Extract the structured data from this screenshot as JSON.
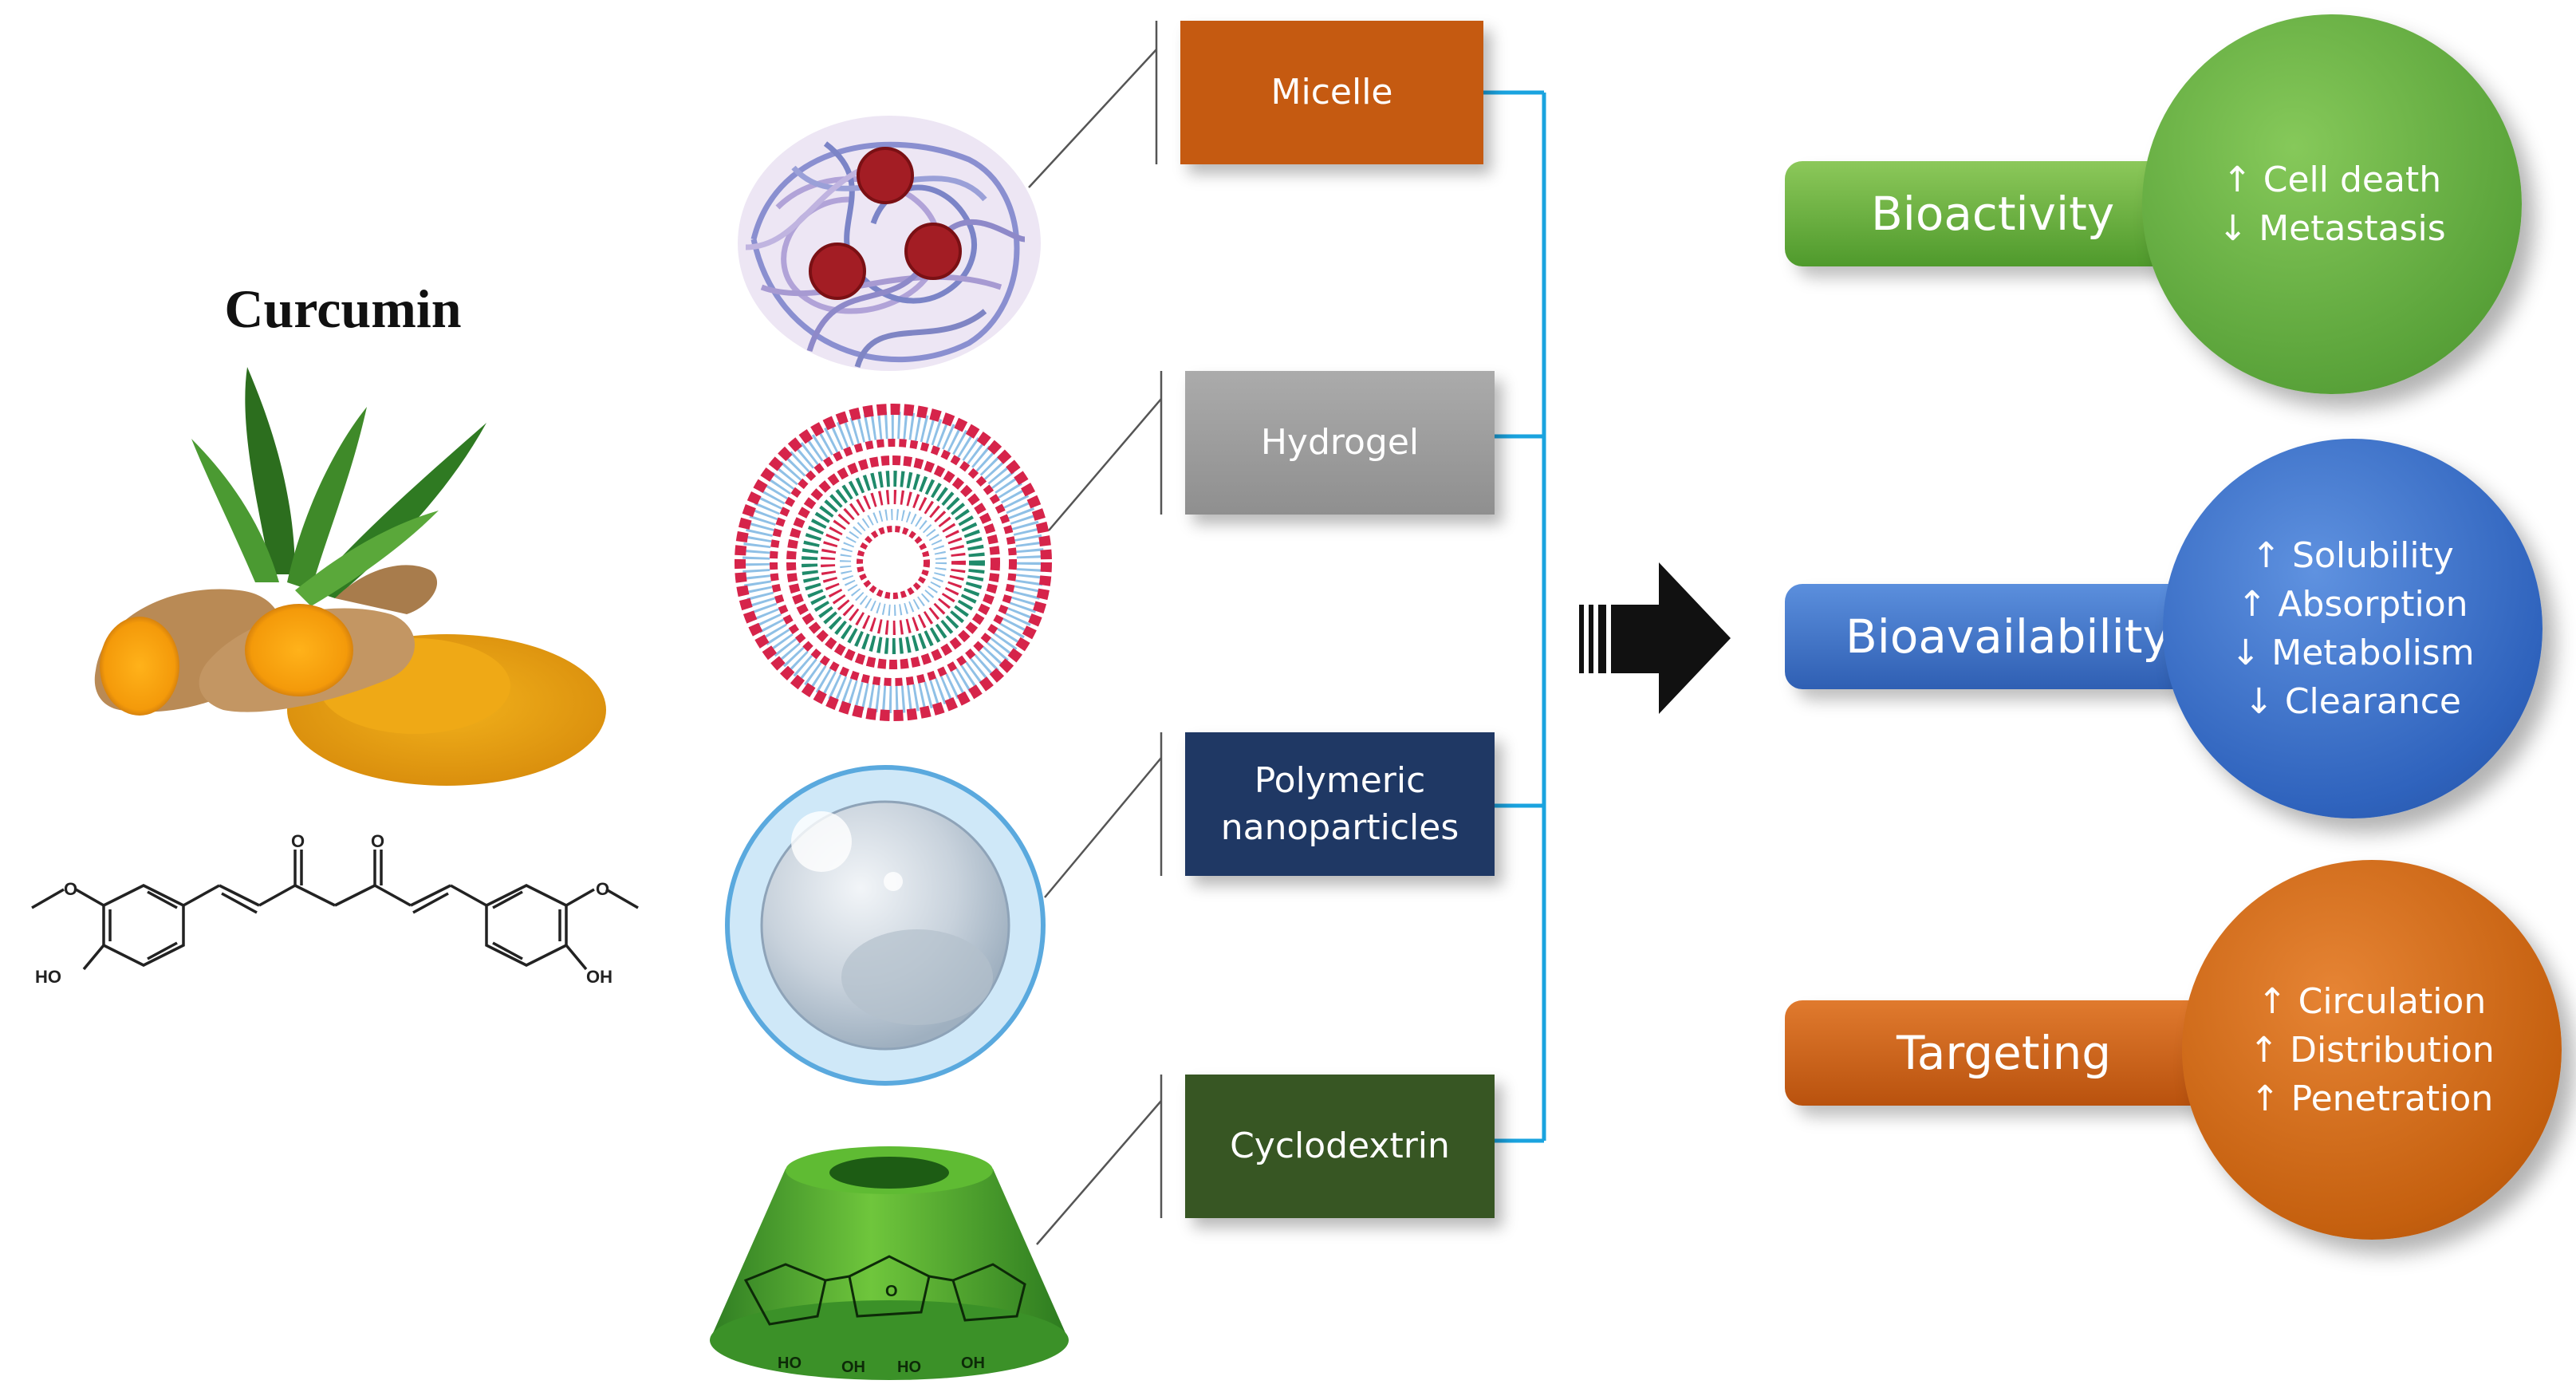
{
  "compound": {
    "title": "Curcumin",
    "structure_labels": {
      "o1": "O",
      "o2": "O",
      "ho_left": "HO",
      "oh_right": "OH"
    }
  },
  "carriers": [
    {
      "id": "micelle",
      "label": "Micelle"
    },
    {
      "id": "hydrogel",
      "label": "Hydrogel"
    },
    {
      "id": "polymeric",
      "label_line1": "Polymeric",
      "label_line2": "nanoparticles"
    },
    {
      "id": "cyclodextrin",
      "label": "Cyclodextrin"
    }
  ],
  "cyclodextrin_glyph_labels": {
    "ho": "HO",
    "oh": "OH",
    "o": "O"
  },
  "outcomes": [
    {
      "label": "Bioactivity",
      "effects": [
        "↑ Cell death",
        "↓ Metastasis"
      ],
      "color": "#5aa33a"
    },
    {
      "label": "Bioavailability",
      "effects": [
        "↑ Solubility",
        "↑ Absorption",
        "↓ Metabolism",
        "↓ Clearance"
      ],
      "color": "#2f63bd"
    },
    {
      "label": "Targeting",
      "effects": [
        "↑ Circulation",
        "↑ Distribution",
        "↑ Penetration"
      ],
      "color": "#c5600f"
    }
  ],
  "colors": {
    "connector": "#1aa3df",
    "micelle_box": "#c55a11",
    "hydrogel_box": "#999999",
    "polymeric_box": "#1f3864",
    "cyclodextrin_box": "#375623",
    "turmeric": "#e8a21a"
  }
}
